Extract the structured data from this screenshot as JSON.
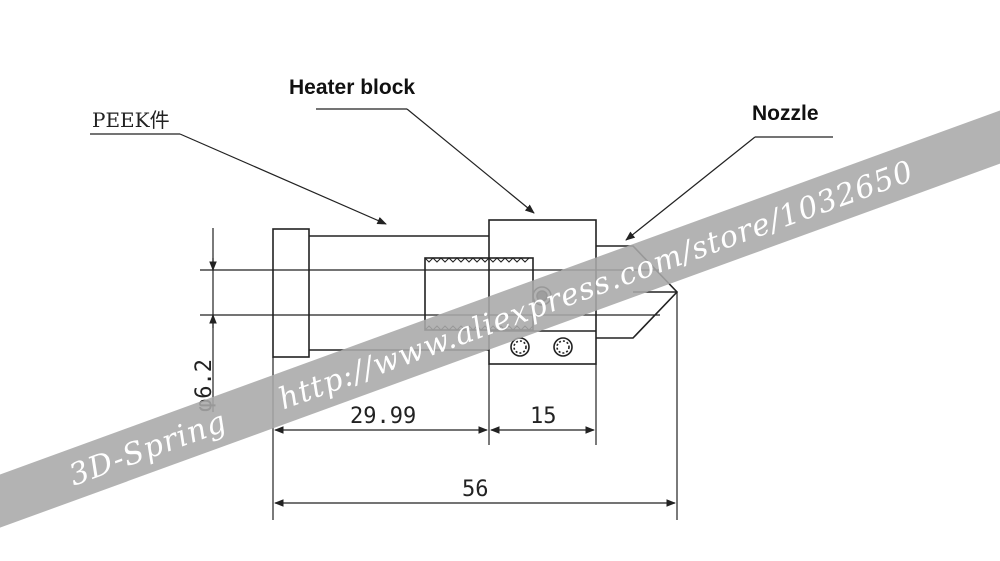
{
  "labels": {
    "peek": "PEEK件",
    "heater_block": "Heater block",
    "nozzle": "Nozzle"
  },
  "dimensions": {
    "diameter": "φ6.2",
    "peek_length": "29.99",
    "heater_length": "15",
    "total_length": "56"
  },
  "watermark": {
    "brand": "3D-Spring",
    "url": "http://www.aliexpress.com/store/1032650",
    "band_color": "#a9a9a9",
    "text_color": "#ffffff"
  },
  "colors": {
    "line": "#222222",
    "background": "#ffffff"
  }
}
